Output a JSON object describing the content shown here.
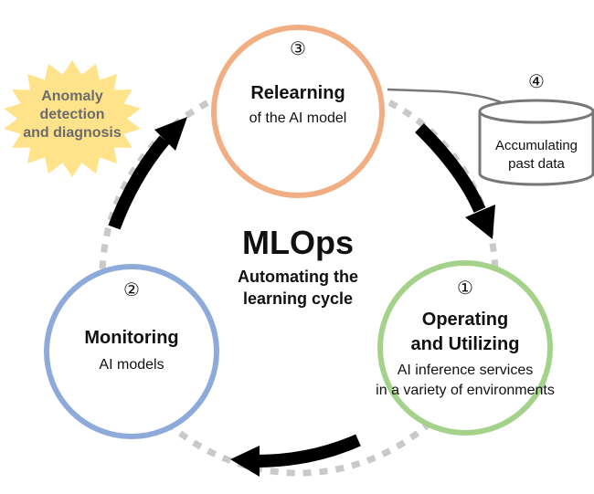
{
  "center": {
    "title": "MLOps",
    "subtitle_line1": "Automating the",
    "subtitle_line2": "learning cycle"
  },
  "stages": {
    "relearning": {
      "number": "③",
      "title": "Relearning",
      "desc_line1": "of the AI model",
      "ring_color": "#f2ae83"
    },
    "operating": {
      "number": "①",
      "title_line1": "Operating",
      "title_line2": "and Utilizing",
      "desc_line1": "AI inference services",
      "desc_line2": "in a variety of environments",
      "ring_color": "#a5d28a"
    },
    "monitoring": {
      "number": "②",
      "title": "Monitoring",
      "desc_line1": "AI models",
      "ring_color": "#8eaadb"
    }
  },
  "storage": {
    "number": "④",
    "label_line1": "Accumulating",
    "label_line2": "past data"
  },
  "anomaly": {
    "line1": "Anomaly",
    "line2": "detection",
    "line3": "and diagnosis",
    "fill_color": "#ffe38a"
  },
  "colors": {
    "cycle_dots": "#c9c9c9",
    "arrow": "#000000",
    "storage_stroke": "#777777"
  }
}
